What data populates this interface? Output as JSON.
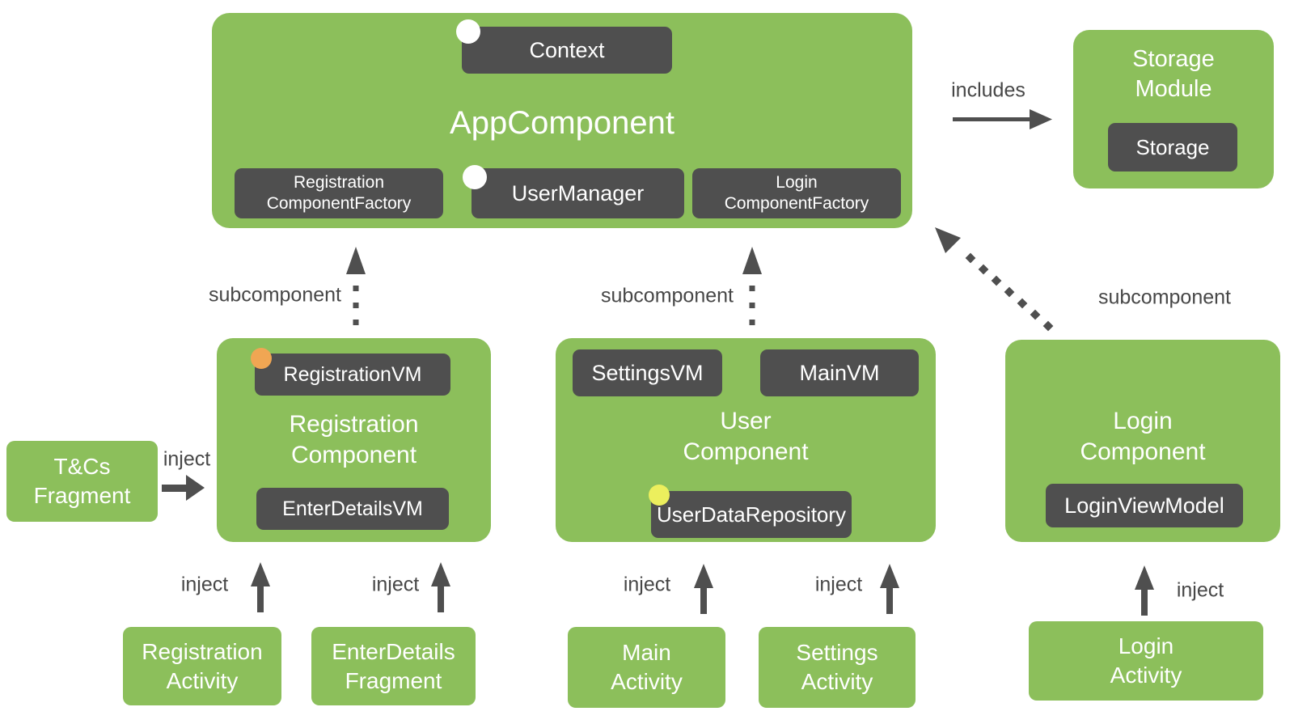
{
  "colors": {
    "green": "#8CBF5B",
    "chip_dark": "#4F4F4F",
    "label_gray": "#474747",
    "dot_white": "#FFFFFF",
    "dot_orange": "#F0A653",
    "dot_yellow": "#ECEF5D"
  },
  "app_component": {
    "title": "AppComponent",
    "context": "Context",
    "registration_factory": "Registration\nComponentFactory",
    "user_manager": "UserManager",
    "login_factory": "Login\nComponentFactory"
  },
  "storage_module": {
    "title": "Storage\nModule",
    "storage": "Storage"
  },
  "registration_component": {
    "title": "Registration\nComponent",
    "registration_vm": "RegistrationVM",
    "enter_details_vm": "EnterDetailsVM"
  },
  "user_component": {
    "title": "User\nComponent",
    "settings_vm": "SettingsVM",
    "main_vm": "MainVM",
    "user_data_repository": "UserDataRepository"
  },
  "login_component": {
    "title": "Login\nComponent",
    "login_view_model": "LoginViewModel"
  },
  "tcs_fragment": {
    "title": "T&Cs\nFragment"
  },
  "activities": {
    "registration_activity": "Registration\nActivity",
    "enter_details_fragment": "EnterDetails\nFragment",
    "main_activity": "Main\nActivity",
    "settings_activity": "Settings\nActivity",
    "login_activity": "Login\nActivity"
  },
  "edge_labels": {
    "includes": "includes",
    "inject": "inject",
    "subcomponent": "subcomponent"
  }
}
